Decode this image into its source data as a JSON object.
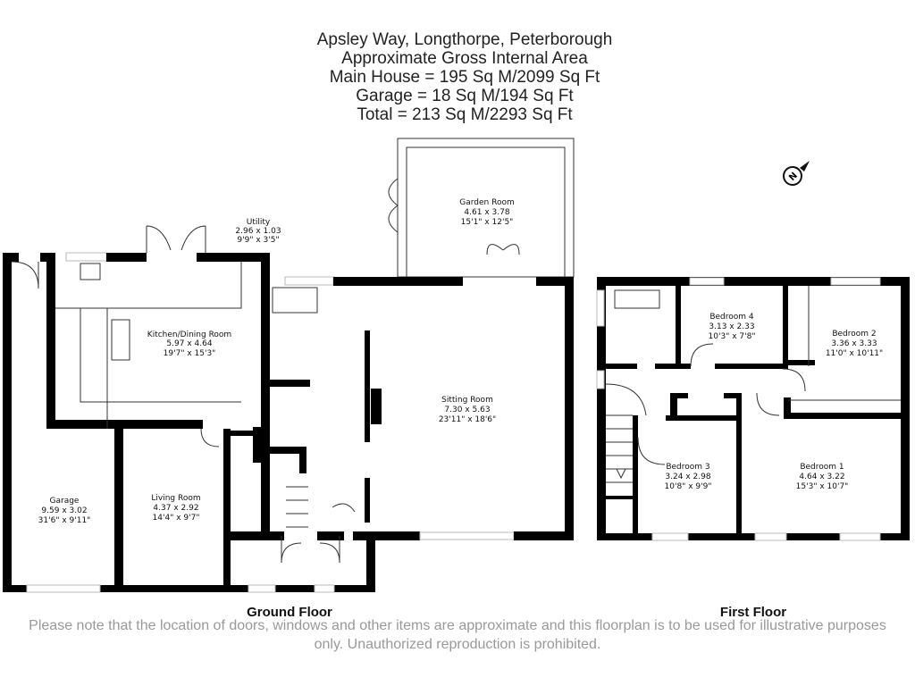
{
  "header": {
    "address": "Apsley Way, Longthorpe, Peterborough",
    "subtitle": "Approximate Gross Internal Area",
    "main_house": "Main House = 195 Sq M/2099 Sq Ft",
    "garage": "Garage = 18 Sq M/194 Sq Ft",
    "total": "Total = 213 Sq M/2293 Sq Ft"
  },
  "compass": {
    "label": "N"
  },
  "ground_floor": {
    "label": "Ground Floor",
    "rooms": [
      {
        "name": "Garden Room",
        "metric": "4.61 x 3.78",
        "imperial": "15'1\" x 12'5\""
      },
      {
        "name": "Utility",
        "metric": "2.96 x 1.03",
        "imperial": "9'9\" x 3'5\""
      },
      {
        "name": "Kitchen/Dining Room",
        "metric": "5.97 x 4.64",
        "imperial": "19'7\" x 15'3\""
      },
      {
        "name": "Sitting Room",
        "metric": "7.30 x 5.63",
        "imperial": "23'11\" x 18'6\""
      },
      {
        "name": "Garage",
        "metric": "9.59 x 3.02",
        "imperial": "31'6\" x 9'11\""
      },
      {
        "name": "Living Room",
        "metric": "4.37 x 2.92",
        "imperial": "14'4\" x 9'7\""
      }
    ]
  },
  "first_floor": {
    "label": "First Floor",
    "rooms": [
      {
        "name": "Bedroom 4",
        "metric": "3.13 x 2.33",
        "imperial": "10'3\" x 7'8\""
      },
      {
        "name": "Bedroom 2",
        "metric": "3.36 x 3.33",
        "imperial": "11'0\" x 10'11\""
      },
      {
        "name": "Bedroom 3",
        "metric": "3.24 x 2.98",
        "imperial": "10'8\" x 9'9\""
      },
      {
        "name": "Bedroom 1",
        "metric": "4.64 x 3.22",
        "imperial": "15'3\" x 10'7\""
      }
    ]
  },
  "disclaimer": "Please note that the location of doors, windows and other items are approximate and this floorplan is to be used for illustrative purposes only. Unauthorized reproduction is prohibited."
}
